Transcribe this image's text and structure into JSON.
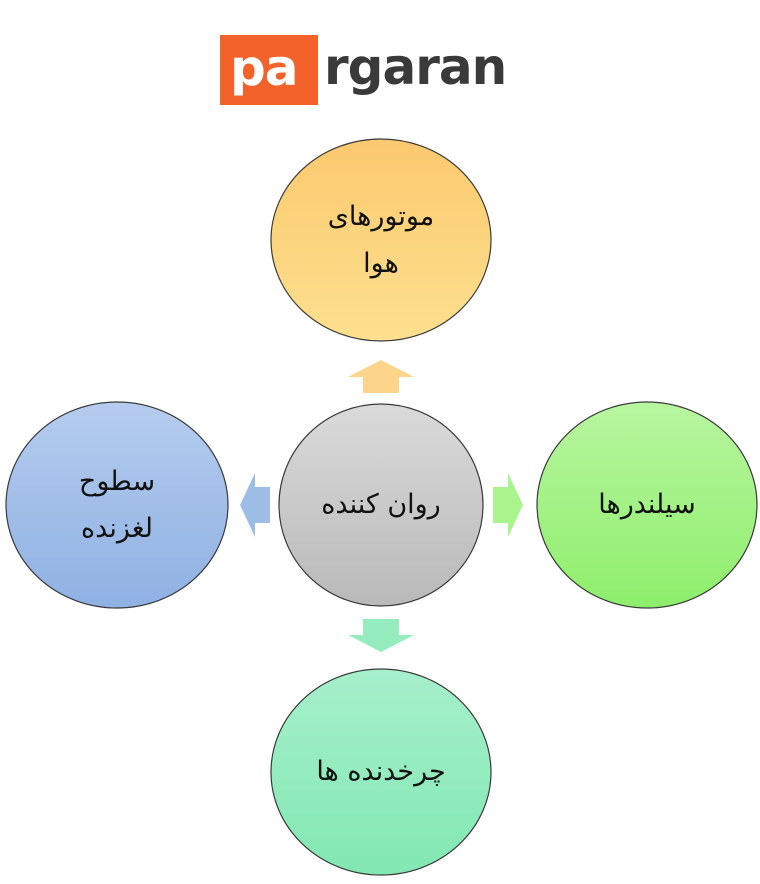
{
  "logo": {
    "box_text": "pa",
    "rest_text": "rgaran",
    "box_color": "#f2622a",
    "text_color": "#3a3a3a"
  },
  "diagram": {
    "center": {
      "label": "روان کننده",
      "color": "#c8c8c8"
    },
    "top": {
      "label": "موتورهای\nهوا",
      "color": "#fcd58a"
    },
    "right": {
      "label": "سیلندرها",
      "color": "#a9f48d"
    },
    "bottom": {
      "label": "چرخدنده ها",
      "color": "#95ecbf"
    },
    "left": {
      "label": "سطوح\nلغزنده",
      "color": "#9dbde7"
    },
    "arrow_colors": {
      "up": "#fcd58a",
      "right": "#a9f48d",
      "down": "#95ecbf",
      "left": "#9dbde7"
    }
  }
}
